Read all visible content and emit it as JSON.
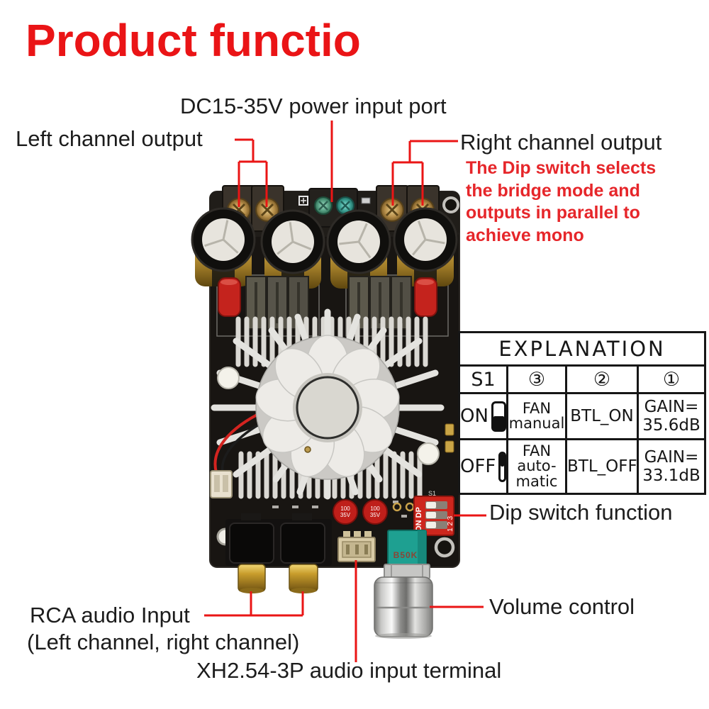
{
  "title": "Product functio",
  "colors": {
    "title_red": "#ea1416",
    "callout_red": "#ea1515",
    "note_red": "#e6262a",
    "text_black": "#1c1c1c",
    "pcb_black": "#181512",
    "dip_red": "#cd261d",
    "pot_teal": "#1ea091",
    "rca_gold": "#c89d2c"
  },
  "annotations": {
    "power_input": "DC15-35V power input port",
    "left_output": "Left channel output",
    "right_output": "Right channel output",
    "dip_note": "The Dip switch selects\nthe bridge mode and\noutputs in parallel to\nachieve mono",
    "dip_function": "Dip switch function",
    "volume": "Volume control",
    "rca_title": "RCA audio Input",
    "rca_sub": "(Left channel, right channel)",
    "xh": "XH2.54-3P audio input terminal"
  },
  "table": {
    "title": "EXPLANATION",
    "col_s1": "S1",
    "col_3": "③",
    "col_2": "②",
    "col_1": "①",
    "rows": [
      {
        "state": "ON",
        "switch_filled": "bottom",
        "fan": "FAN\nmanual",
        "btl": "BTL_ON",
        "gain": "GAIN=\n35.6dB"
      },
      {
        "state": "OFF",
        "switch_filled": "top",
        "fan": "FAN\nauto-\nmatic",
        "btl": "BTL_OFF",
        "gain": "GAIN=\n33.1dB"
      }
    ]
  },
  "board": {
    "dip_on_dp": "ON DP",
    "dip_digits": "1 2 3",
    "silkscreen_s1": "S1",
    "pot_label": "B50K",
    "small_cap_line1": "100",
    "small_cap_line2": "35V"
  }
}
